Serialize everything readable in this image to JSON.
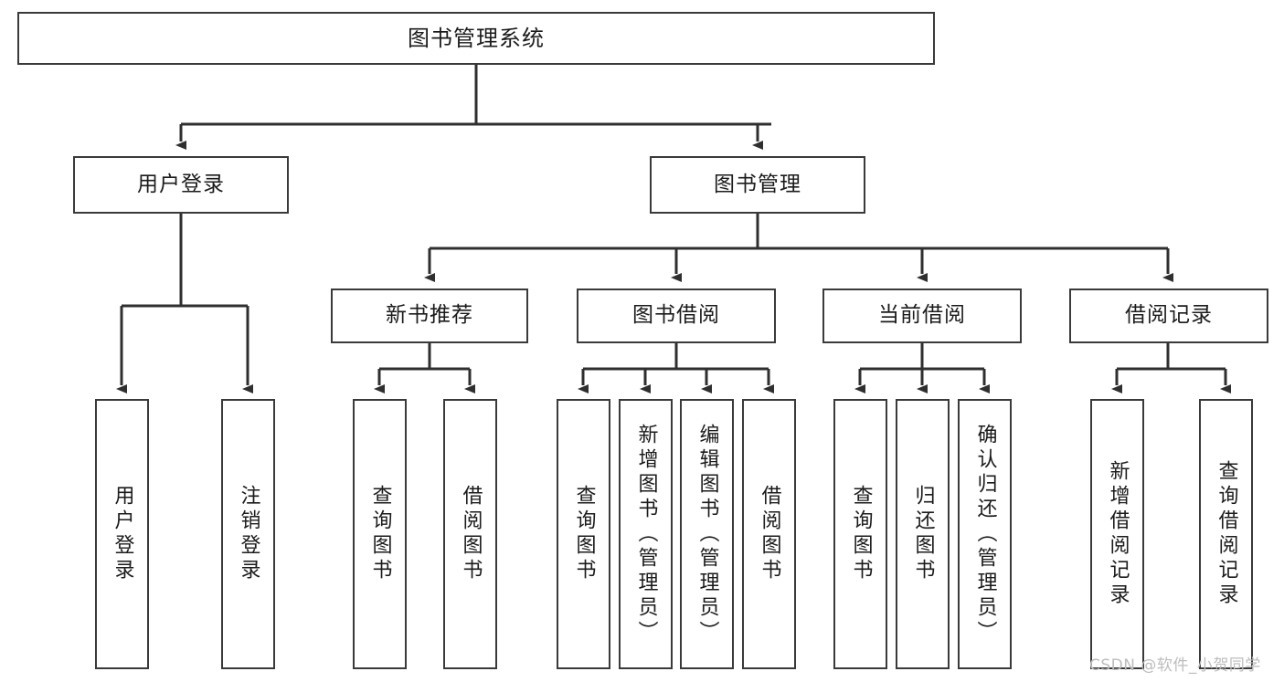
{
  "diagram": {
    "title": "图书管理系统",
    "type": "tree-hierarchy",
    "colors": {
      "box_border": "#3a3a3a",
      "box_fill": "#ffffff",
      "edge": "#2f2f2f",
      "text": "#1b1b1b",
      "watermark": "#bdbdbd",
      "background": "#ffffff"
    },
    "root": {
      "label": "图书管理系统"
    },
    "level2": [
      {
        "label": "用户登录"
      },
      {
        "label": "图书管理"
      }
    ],
    "level3": [
      {
        "label": "新书推荐"
      },
      {
        "label": "图书借阅"
      },
      {
        "label": "当前借阅"
      },
      {
        "label": "借阅记录"
      }
    ],
    "leaves": {
      "user_login": [
        {
          "label": "用户登录"
        },
        {
          "label": "注销登录"
        }
      ],
      "new_book_recommend": [
        {
          "label": "查询图书"
        },
        {
          "label": "借阅图书"
        }
      ],
      "book_borrow": [
        {
          "label": "查询图书"
        },
        {
          "label": "新增图书（管理员）"
        },
        {
          "label": "编辑图书（管理员）"
        },
        {
          "label": "借阅图书"
        }
      ],
      "current_borrow": [
        {
          "label": "查询图书"
        },
        {
          "label": "归还图书"
        },
        {
          "label": "确认归还（管理员）"
        }
      ],
      "borrow_record": [
        {
          "label": "新增借阅记录"
        },
        {
          "label": "查询借阅记录"
        }
      ]
    }
  },
  "watermark": {
    "text": "CSDN @软件_小贺同学"
  }
}
